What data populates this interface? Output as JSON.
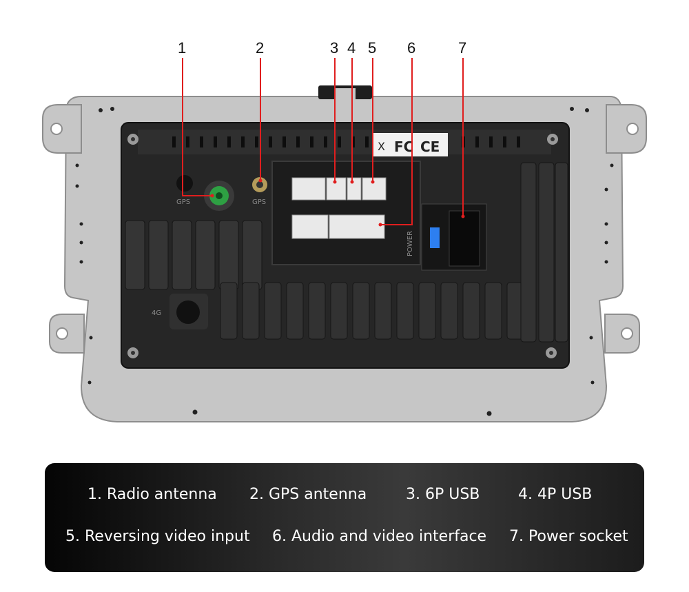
{
  "callouts": [
    "1",
    "2",
    "3",
    "4",
    "5",
    "6",
    "7"
  ],
  "panel_labels": {
    "gps_left": "GPS",
    "gps_right": "GPS",
    "power": "POWER",
    "fourg": "4G"
  },
  "cert_marks": [
    "X",
    "FC",
    "CE"
  ],
  "legend": {
    "items": [
      "1. Radio antenna",
      "2. GPS antenna",
      "3. 6P USB",
      "4. 4P USB",
      "5. Reversing video input",
      "6. Audio and video interface",
      "7. Power socket"
    ]
  },
  "colors": {
    "frame": "#c9c9c9",
    "body": "#2a2a2a",
    "callout_line": "#e01e1e",
    "antenna_green": "#2ea043",
    "fuse_blue": "#2d7ff0",
    "legend_bg": "#1a1a1a"
  }
}
